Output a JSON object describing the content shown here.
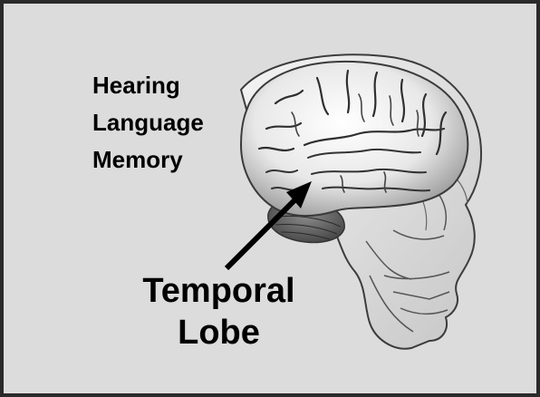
{
  "functions": [
    "Hearing",
    "Language",
    "Memory"
  ],
  "label": {
    "line1": "Temporal",
    "line2": "Lobe"
  }
}
